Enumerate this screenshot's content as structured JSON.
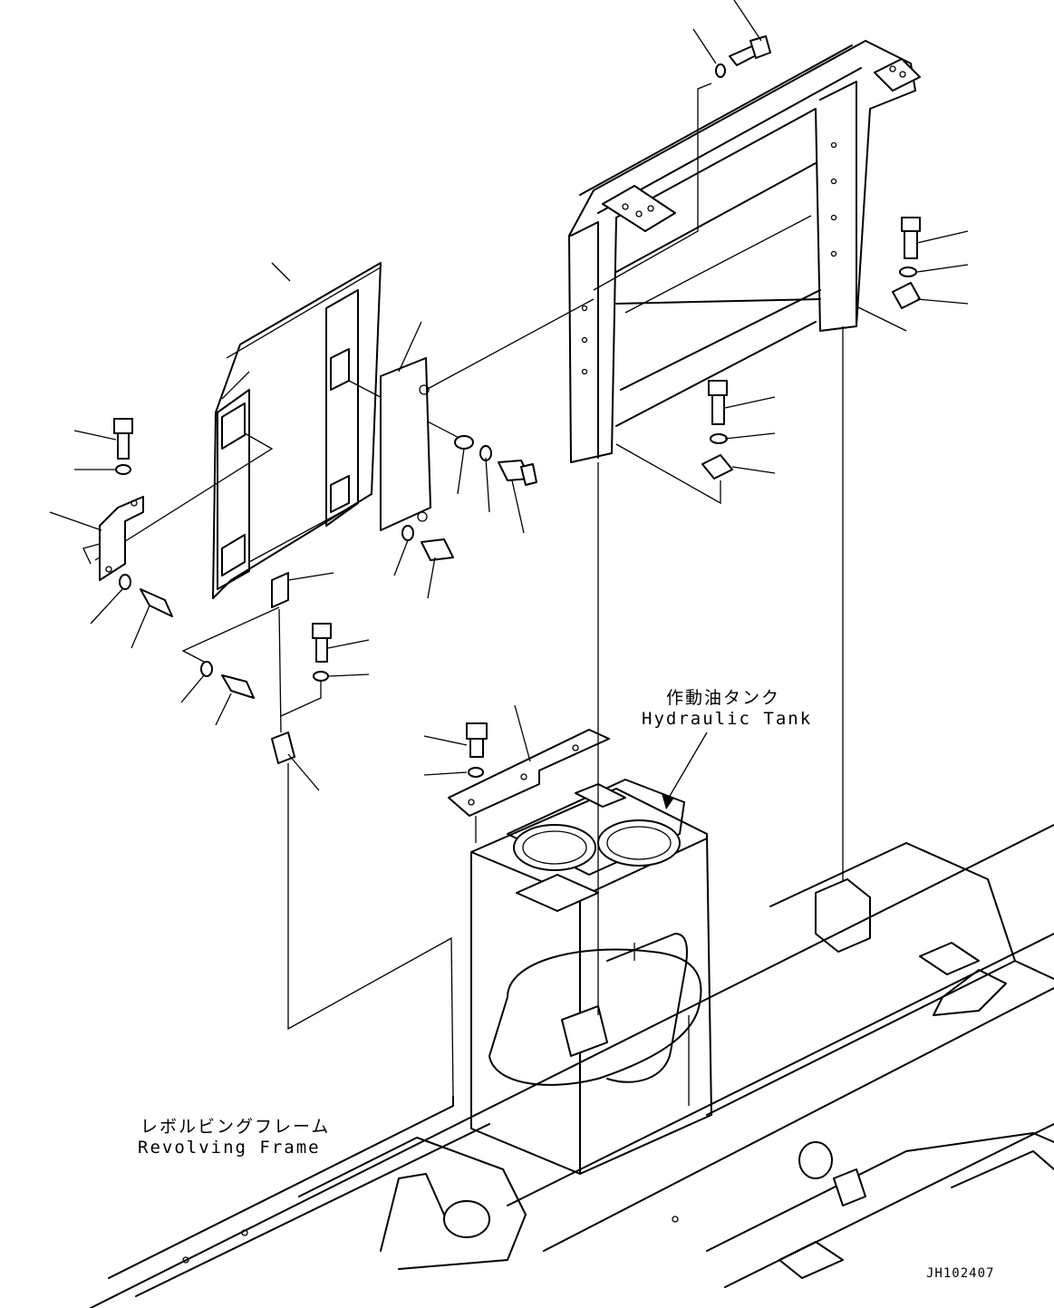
{
  "labels": {
    "hydraulic_tank_jp": "作動油タンク",
    "hydraulic_tank_en": "Hydraulic Tank",
    "revolving_frame_jp": "レボルビングフレーム",
    "revolving_frame_en": "Revolving Frame",
    "drawing_code": "JH102407"
  }
}
